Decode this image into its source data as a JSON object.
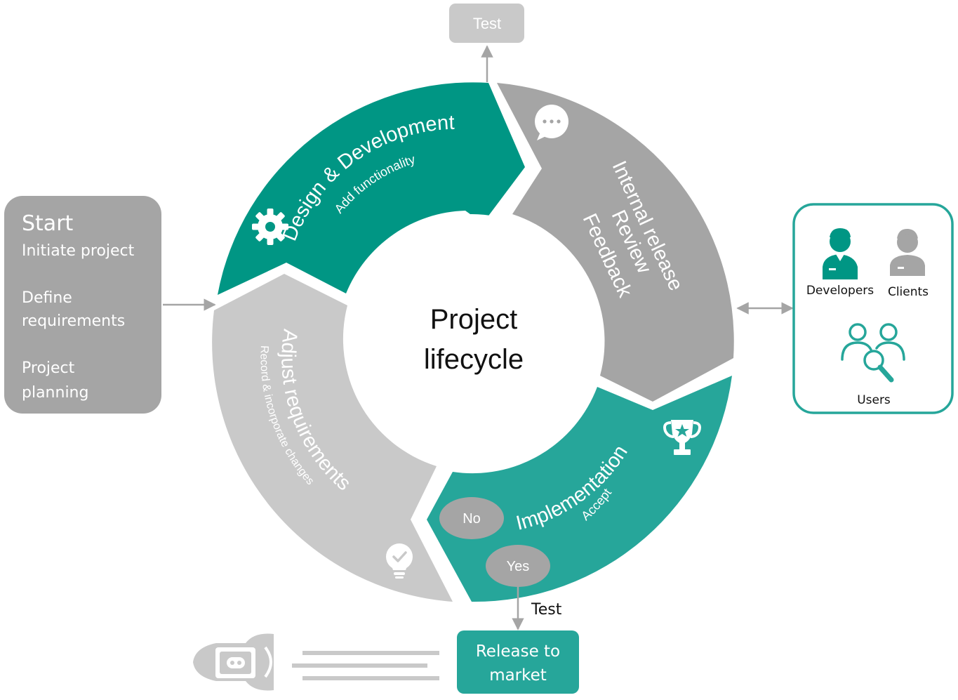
{
  "center": {
    "line1": "Project",
    "line2": "lifecycle"
  },
  "segments": {
    "design": {
      "title": "Design & Development",
      "subtitle": "Add functionality",
      "icon": "gear-icon",
      "color": "#009684"
    },
    "review": {
      "lines": [
        "Internal release",
        "Review",
        "Feedback"
      ],
      "icon": "speech-bubble-icon",
      "color": "#a5a5a5"
    },
    "implementation": {
      "title": "Implementation",
      "subtitle": "Accept",
      "icon": "trophy-icon",
      "color": "#26a69a"
    },
    "adjust": {
      "title": "Adjust requirements",
      "subtitle": "Record & incorporate changes",
      "icon": "lightbulb-icon",
      "color": "#c9c9c9"
    }
  },
  "start_box": {
    "title": "Start",
    "items": [
      "Initiate project",
      "Define",
      "requirements",
      "Project",
      "planning"
    ],
    "color": "#a5a5a5"
  },
  "top_test": {
    "label": "Test",
    "color": "#c9c9c9"
  },
  "decision": {
    "no": "No",
    "yes": "Yes",
    "color": "#a5a5a5"
  },
  "bottom_test": {
    "label": "Test"
  },
  "release": {
    "line1": "Release to",
    "line2": "market",
    "color": "#26a69a"
  },
  "stakeholders": {
    "developers": "Developers",
    "clients": "Clients",
    "users": "Users",
    "border_color": "#26a69a"
  },
  "rocket": {
    "icon": "rocket-icon",
    "color": "#c9c9c9"
  }
}
